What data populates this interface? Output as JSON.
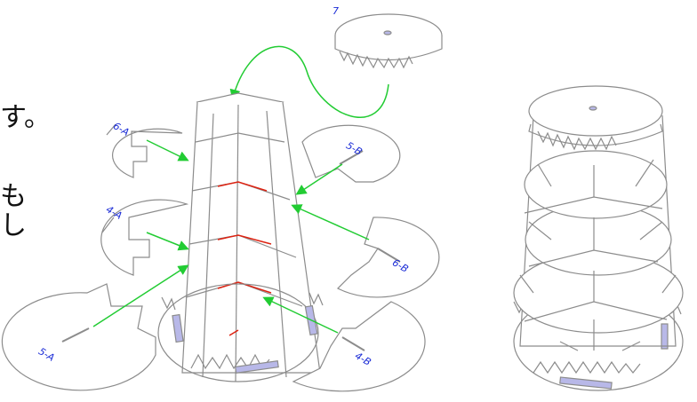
{
  "colors": {
    "outline": "#8c8c8c",
    "arrow": "#22cc33",
    "seam": "#dd2211",
    "label": "#1a2bd6",
    "tab": "#b8b8e8"
  },
  "text_fragments": {
    "frag1": "す。",
    "frag2": "も",
    "frag3": "し"
  },
  "parts": {
    "top": "7",
    "p6a": "6-A",
    "p5b": "5-B",
    "p4a": "4-A",
    "p6b": "6-B",
    "p5a": "5-A",
    "p4b": "4-B"
  }
}
